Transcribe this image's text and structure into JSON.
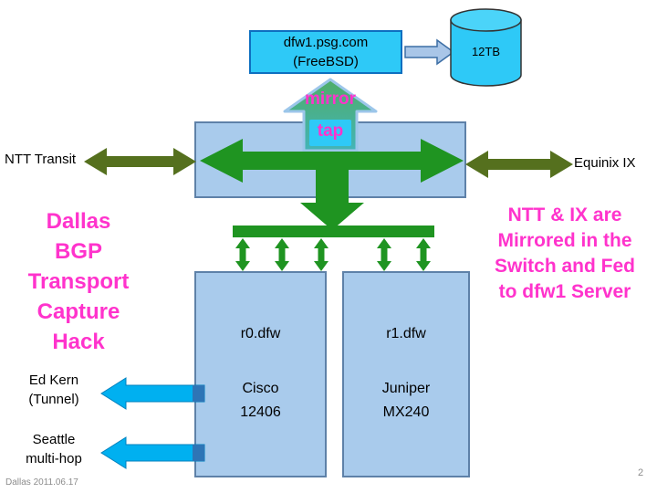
{
  "server_box": {
    "line1": "dfw1.psg.com",
    "line2": "(FreeBSD)"
  },
  "storage": {
    "label": "12TB"
  },
  "mirror_tap": {
    "line1": "mirror",
    "line2": "tap"
  },
  "links": {
    "ntt": "NTT Transit",
    "equinix": "Equinix IX"
  },
  "title": {
    "lines": [
      "Dallas",
      "BGP",
      "Transport",
      "Capture",
      "Hack"
    ]
  },
  "note": {
    "lines": [
      "NTT & IX are",
      "Mirrored in the",
      "Switch and Fed",
      "to dfw1 Server"
    ]
  },
  "routers": [
    {
      "name": "r0.dfw",
      "vendor": "Cisco",
      "model": "12406"
    },
    {
      "name": "r1.dfw",
      "vendor": "Juniper",
      "model": "MX240"
    }
  ],
  "tunnel": {
    "line1": "Ed Kern",
    "line2": "(Tunnel)"
  },
  "seattle": {
    "line1": "Seattle",
    "line2": "multi-hop"
  },
  "footer": {
    "date": "Dallas 2011.06.17",
    "page": "2"
  },
  "colors": {
    "cyan": "#2EC9F7",
    "cyan_border": "#0E6FC0",
    "panel_blue": "#A9CBEC",
    "panel_border": "#5E81A8",
    "green": "#1F9421",
    "olive": "#55701E",
    "magenta": "#FF33CC",
    "link_cyan": "#00B0F0",
    "footer_gray": "#8C8C8C"
  }
}
